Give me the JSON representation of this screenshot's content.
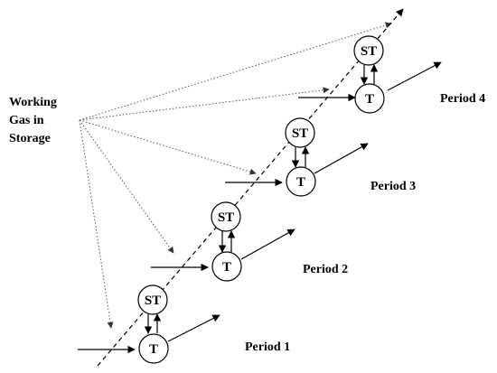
{
  "source_label": [
    "Working",
    "Gas in",
    "Storage"
  ],
  "periods": [
    {
      "label": "Period 1",
      "storage_node": "ST",
      "transmission_node": "T"
    },
    {
      "label": "Period 2",
      "storage_node": "ST",
      "transmission_node": "T"
    },
    {
      "label": "Period 3",
      "storage_node": "ST",
      "transmission_node": "T"
    },
    {
      "label": "Period 4",
      "storage_node": "ST",
      "transmission_node": "T"
    }
  ]
}
